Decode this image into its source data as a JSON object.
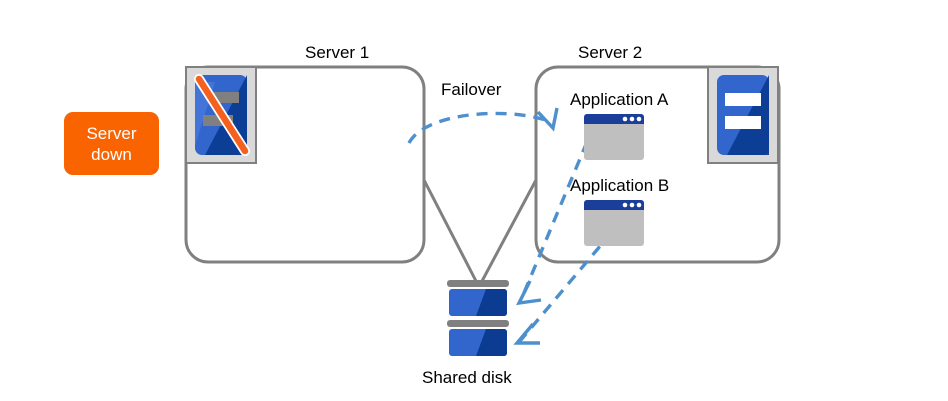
{
  "diagram": {
    "title_server1": "Server 1",
    "title_server2": "Server 2",
    "failover_label": "Failover",
    "shared_disk_label": "Shared disk",
    "badge": {
      "line1": "Server",
      "line2": "down",
      "color": "#FA6400",
      "text_color": "#FFFFFF"
    },
    "applications": [
      {
        "label": "Application A"
      },
      {
        "label": "Application B"
      }
    ],
    "icons": {
      "server1": "server-down-icon",
      "server2": "server-icon",
      "appA": "app-window-icon",
      "appB": "app-window-icon",
      "disk": "shared-disk-icon"
    },
    "colors": {
      "box_border": "#808080",
      "connector": "#808080",
      "arrow": "#4D90CD",
      "server_blue": "#3366CC",
      "server_blue_dark": "#0B3C91",
      "app_titlebar": "#1A3E99",
      "app_body": "#BFBFBF",
      "slash_orange": "#F4601E",
      "icon_frame": "#D9D9D9",
      "icon_frame_border": "#808080",
      "disk_gray": "#808080"
    }
  }
}
